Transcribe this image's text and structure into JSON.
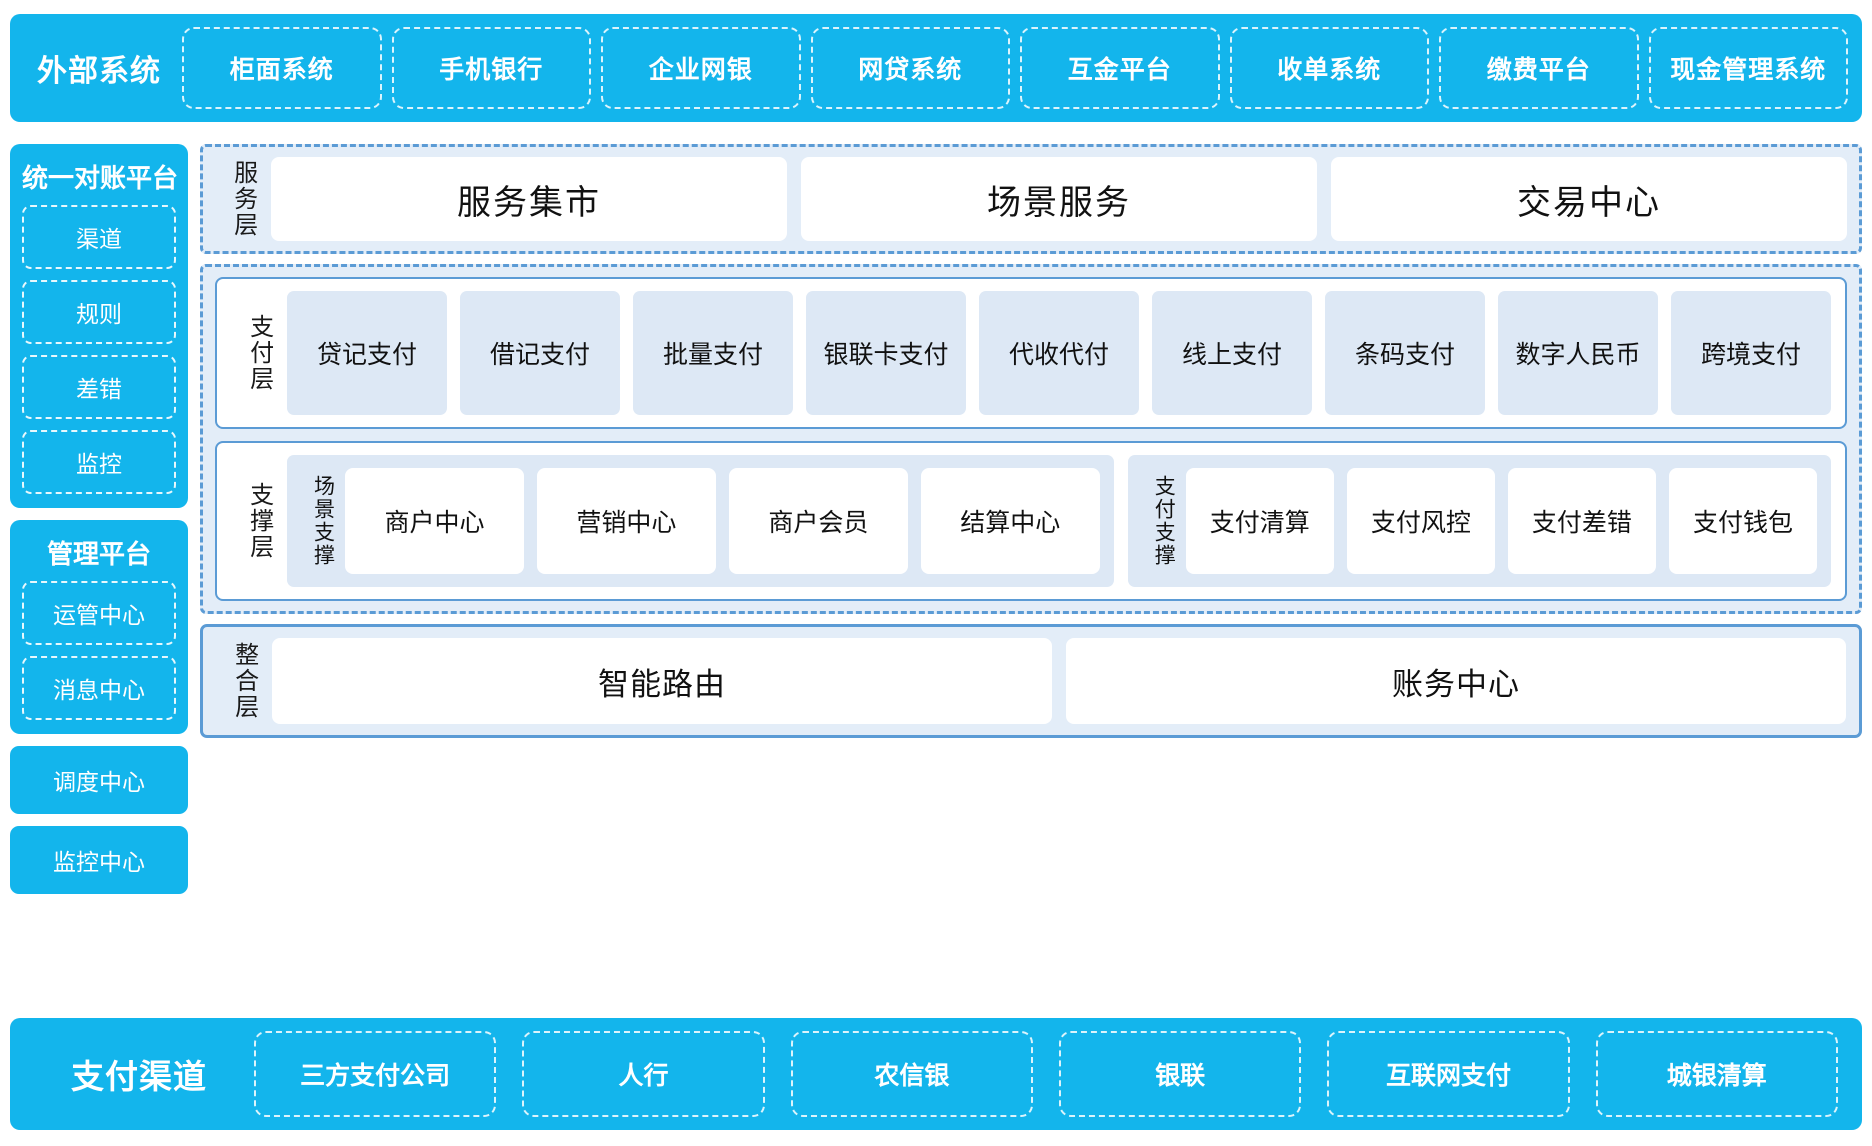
{
  "external": {
    "title": "外部系统",
    "items": [
      "柜面系统",
      "手机银行",
      "企业网银",
      "网贷系统",
      "互金平台",
      "收单系统",
      "缴费平台",
      "现金管理系统"
    ]
  },
  "left": {
    "recon_platform": {
      "title": "统一对账平台",
      "items": [
        "渠道",
        "规则",
        "差错",
        "监控"
      ]
    },
    "manage_platform": {
      "title": "管理平台",
      "items": [
        "运管中心",
        "消息中心"
      ]
    },
    "standalone": [
      "调度中心",
      "监控中心"
    ]
  },
  "service_layer": {
    "label": "服务层",
    "cards": [
      "服务集市",
      "场景服务",
      "交易中心"
    ]
  },
  "payment_layer": {
    "label": "支付层",
    "tiles": [
      "贷记支付",
      "借记支付",
      "批量支付",
      "银联卡支付",
      "代收代付",
      "线上支付",
      "条码支付",
      "数字人民币",
      "跨境支付"
    ]
  },
  "support_layer": {
    "label": "支撑层",
    "groups": [
      {
        "label": "场景支撑",
        "items": [
          "商户中心",
          "营销中心",
          "商户会员",
          "结算中心"
        ]
      },
      {
        "label": "支付支撑",
        "items": [
          "支付清算",
          "支付风控",
          "支付差错",
          "支付钱包"
        ]
      }
    ]
  },
  "integration_layer": {
    "label": "整合层",
    "cards": [
      "智能路由",
      "账务中心"
    ]
  },
  "channel": {
    "title": "支付渠道",
    "items": [
      "三方支付公司",
      "人行",
      "农信银",
      "银联",
      "互联网支付",
      "城银清算"
    ]
  },
  "colors": {
    "brand_blue": "#13b5ec",
    "panel_blue": "#e3edf8",
    "tile_blue": "#dde8f5",
    "border_blue": "#5b9bd5",
    "white": "#ffffff"
  }
}
